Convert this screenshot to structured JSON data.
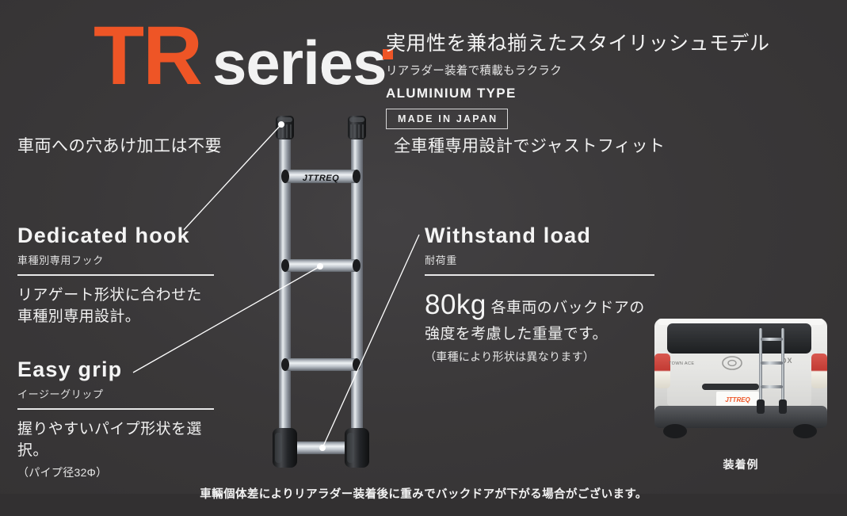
{
  "header": {
    "brand_tr": "TR",
    "brand_series": "series",
    "headline": "実用性を兼ね揃えたスタイリッシュモデル",
    "subhead": "リアラダー装着で積載もラクラク",
    "material_type": "ALUMINIUM TYPE",
    "made_in_badge": "MADE IN JAPAN"
  },
  "captions": {
    "left": "車両への穴あけ加工は不要",
    "right": "全車種専用設計でジャストフィット"
  },
  "features": [
    {
      "en": "Dedicated hook",
      "jp": "車種別専用フック",
      "body": "リアゲート形状に合わせた\n車種別専用設計。",
      "body_line1": "リアゲート形状に合わせた",
      "body_line2": "車種別専用設計。",
      "note": ""
    },
    {
      "en": "Easy grip",
      "jp": "イージーグリップ",
      "body_line1": "握りやすいパイプ形状を選択。",
      "body_line2": "",
      "note": "（パイプ径32Φ）"
    },
    {
      "en": "Withstand load",
      "jp": "耐荷重",
      "value": "80kg",
      "body_line1": "各車両のバックドアの",
      "body_line2": "強度を考慮した重量です。",
      "note": "（車種により形状は異なります）"
    }
  ],
  "product": {
    "logo_text": "JTTREQ",
    "rung_count": 4
  },
  "vehicle": {
    "caption": "装着例",
    "model_badge": "TOWN ACE",
    "grade_badge": "DX",
    "plate_logo": "JTTREQ"
  },
  "footer": {
    "note": "車輛個体差によりリアラダー装着後に重みでバックドアが下がる場合がございます。"
  },
  "colors": {
    "background": "#3a3839",
    "accent_orange": "#ee5526",
    "text_white": "#f4f4f4",
    "band": "#323031"
  }
}
